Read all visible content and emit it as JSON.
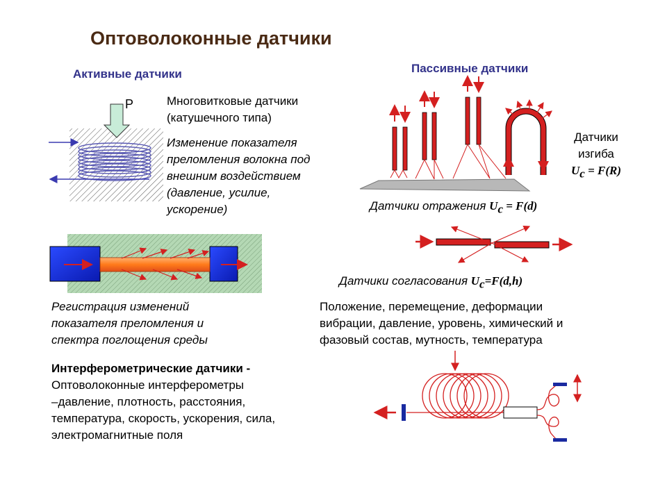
{
  "title": "Оптоволоконные датчики",
  "active": {
    "heading": "Активные датчики",
    "p_label": "P",
    "coil_text": [
      "Многовитковые датчики",
      "(катушечного типа)"
    ],
    "change_text": [
      "Изменение показателя",
      "преломления волокна под",
      "внешним воздействием",
      "(давление, усилие,",
      "ускорение)"
    ],
    "registration_text": [
      "Регистрация изменений",
      "показателя преломления и",
      "спектра поглощения среды"
    ],
    "interfero_title": "Интерферометрические датчики -",
    "interfero_lines": [
      "Оптоволоконные интерферометры",
      "–давление, плотность, расстояния,",
      "температура, скорость, ускорения, сила,",
      "электромагнитные поля"
    ]
  },
  "passive": {
    "heading": "Пассивные датчики",
    "bend": {
      "label1": "Датчики",
      "label2": "изгиба",
      "formula_u": "U",
      "formula_sub": "c",
      "formula_rest": " = F(R)"
    },
    "reflection": {
      "label": "Датчики отражения ",
      "formula_u": "U",
      "formula_sub": "c",
      "formula_rest": " = F(d)"
    },
    "matching": {
      "label": "Датчики согласования ",
      "formula_u": "U",
      "formula_sub": "c",
      "formula_rest": "=F(d,h)"
    },
    "params_lines": [
      "Положение, перемещение, деформации",
      "вибрации, давление, уровень, химический и",
      "фазовый состав,  мутность, температура"
    ]
  },
  "colors": {
    "title": "#4a2a14",
    "heading": "#32328a",
    "fiber_red": "#d42020",
    "coil_blue": "#5a5ab4",
    "green_bg": "#a8d0a8",
    "blue_block": "#1a3ad8"
  }
}
